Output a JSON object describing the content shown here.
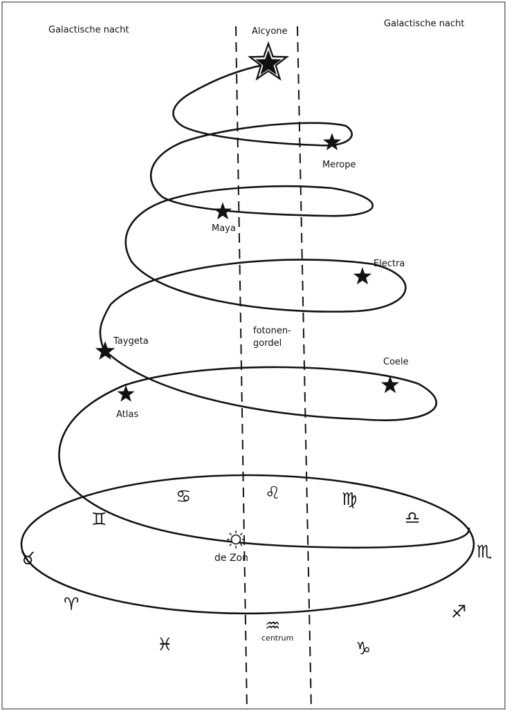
{
  "labels": {
    "galactic_night_left": "Galactische nacht",
    "galactic_night_right": "Galactische nacht",
    "photon_belt_line1": "fotonen-",
    "photon_belt_line2": "gordel",
    "center": "centrum",
    "sun": "de Zon"
  },
  "stars": [
    {
      "key": "alcyone",
      "name": "Alcyone"
    },
    {
      "key": "merope",
      "name": "Merope"
    },
    {
      "key": "maya",
      "name": "Maya"
    },
    {
      "key": "electra",
      "name": "Electra"
    },
    {
      "key": "taygeta",
      "name": "Taygeta"
    },
    {
      "key": "coele",
      "name": "Coele"
    },
    {
      "key": "atlas",
      "name": "Atlas"
    }
  ],
  "zodiac": {
    "cancer": "♋",
    "leo": "♌",
    "virgo": "♍",
    "libra": "♎",
    "gemini": "♊",
    "scorpio": "♏",
    "taurus": "♉",
    "sagittarius": "♐",
    "aries": "♈",
    "pisces": "♓",
    "capricorn": "♑",
    "aquarius": "♒"
  },
  "colors": {
    "ink": "#111111",
    "background": "#ffffff"
  }
}
